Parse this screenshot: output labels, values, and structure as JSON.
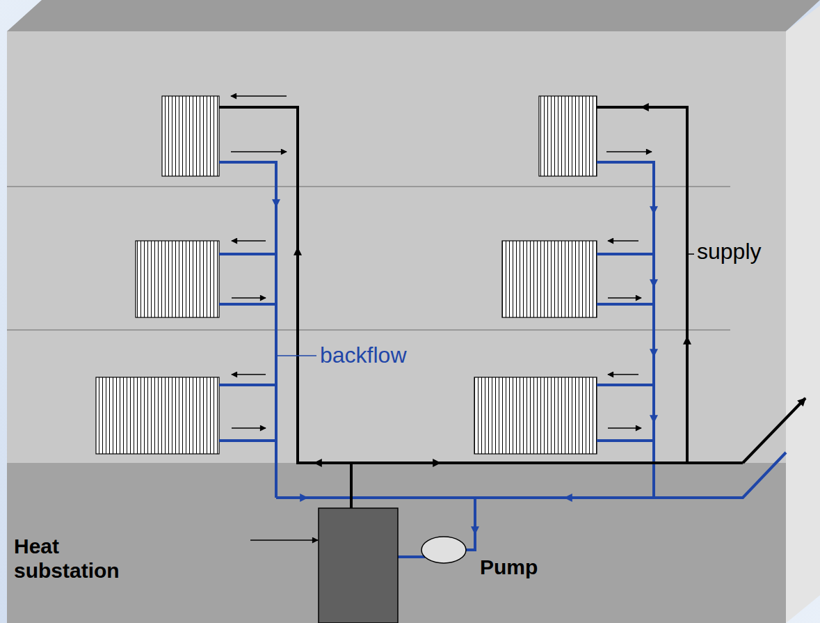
{
  "diagram": {
    "labels": [
      "supply",
      "backflow",
      "Heat substation",
      "Pump"
    ]
  }
}
